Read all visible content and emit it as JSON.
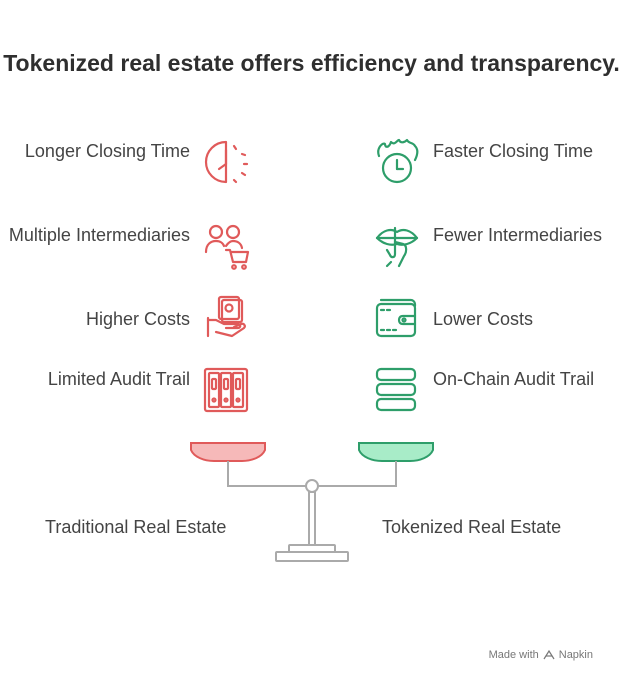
{
  "title": "Tokenized real estate offers efficiency and transparency.",
  "colors": {
    "traditional": "#e05a5a",
    "traditional_fill": "#f6b9b9",
    "tokenized": "#2e9e6a",
    "tokenized_fill": "#a8ecc8",
    "scale": "#aaaaaa"
  },
  "left_items": [
    {
      "label": "Longer Closing Time",
      "icon": "half-clock-icon"
    },
    {
      "label": "Multiple Intermediaries",
      "icon": "people-cart-icon"
    },
    {
      "label": "Higher Costs",
      "icon": "hand-money-icon"
    },
    {
      "label": "Limited Audit Trail",
      "icon": "binders-icon"
    }
  ],
  "right_items": [
    {
      "label": "Faster Closing Time",
      "icon": "fast-clock-icon"
    },
    {
      "label": "Fewer Intermediaries",
      "icon": "hand-gesture-icon"
    },
    {
      "label": "Lower Costs",
      "icon": "wallet-icon"
    },
    {
      "label": "On-Chain Audit Trail",
      "icon": "stack-icon"
    }
  ],
  "left_side_label": "Traditional Real Estate",
  "right_side_label": "Tokenized Real Estate",
  "footer": {
    "prefix": "Made with",
    "brand": "Napkin"
  }
}
